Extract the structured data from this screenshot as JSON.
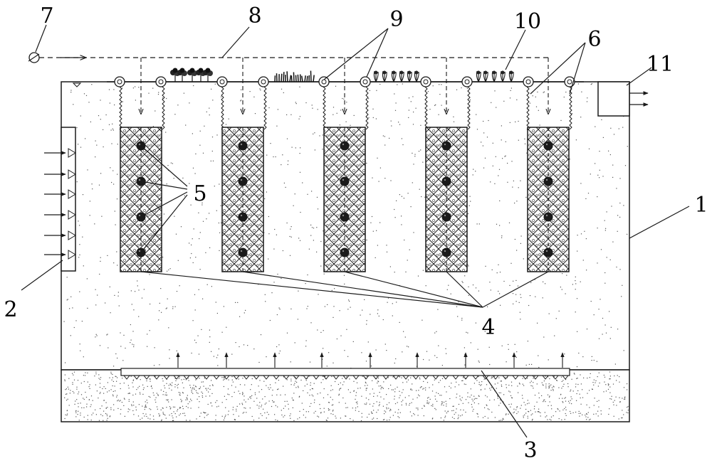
{
  "figure": {
    "callouts": [
      {
        "id": "1",
        "text": "1"
      },
      {
        "id": "2",
        "text": "2"
      },
      {
        "id": "3",
        "text": "3"
      },
      {
        "id": "4",
        "text": "4"
      },
      {
        "id": "5",
        "text": "5"
      },
      {
        "id": "6",
        "text": "6"
      },
      {
        "id": "7",
        "text": "7"
      },
      {
        "id": "8",
        "text": "8"
      },
      {
        "id": "9",
        "text": "9"
      },
      {
        "id": "10",
        "text": "10"
      },
      {
        "id": "11",
        "text": "11"
      }
    ],
    "filter_column_count": 5,
    "nodes_per_column": 4,
    "colors": {
      "line": "#1a1a1a",
      "background": "#ffffff",
      "dots": "#555555"
    }
  }
}
